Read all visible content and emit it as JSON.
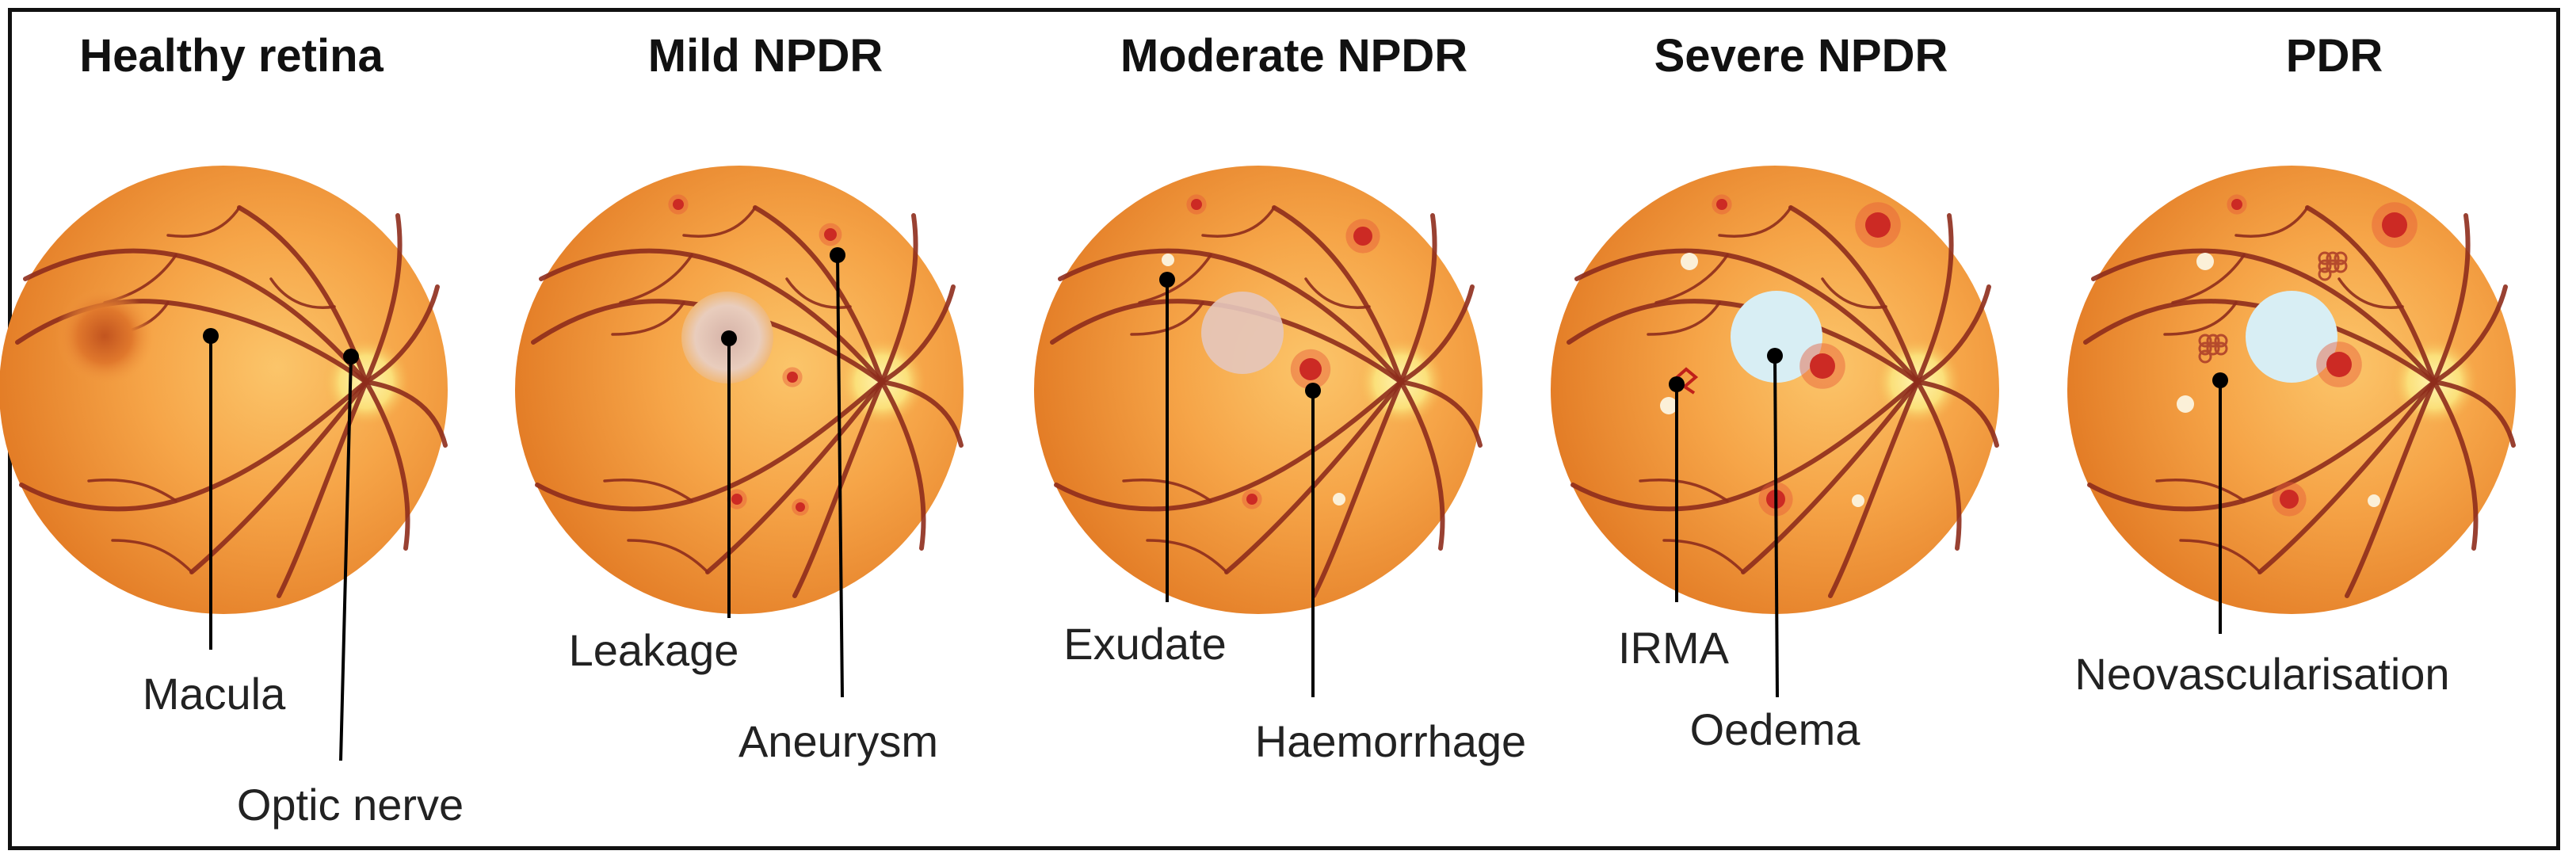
{
  "colors": {
    "fundus_outer": "#e27a24",
    "fundus_inner": "#f6ad52",
    "vessel": "#8e2c1c",
    "optic_disc": "#fbe07a",
    "haemorrhage": "#cc2a24",
    "exudate": "#fbf0d8",
    "oedema": "#d8eef4"
  },
  "panels": [
    {
      "title": "Healthy retina",
      "callouts": [
        {
          "label": "Macula"
        },
        {
          "label": "Optic nerve"
        }
      ]
    },
    {
      "title": "Mild NPDR",
      "callouts": [
        {
          "label": "Leakage"
        },
        {
          "label": "Aneurysm"
        }
      ]
    },
    {
      "title": "Moderate NPDR",
      "callouts": [
        {
          "label": "Exudate"
        },
        {
          "label": "Haemorrhage"
        }
      ]
    },
    {
      "title": "Severe NPDR",
      "callouts": [
        {
          "label": "IRMA"
        },
        {
          "label": "Oedema"
        }
      ]
    },
    {
      "title": "PDR",
      "callouts": [
        {
          "label": "Neovascularisation"
        }
      ]
    }
  ]
}
